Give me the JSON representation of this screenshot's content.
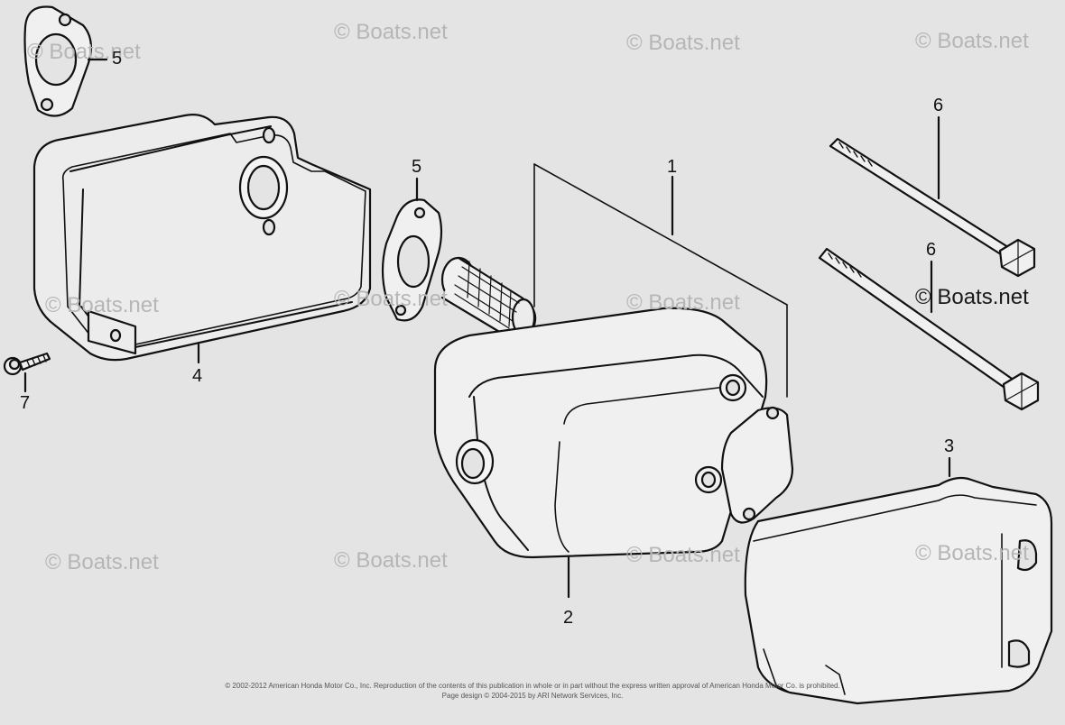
{
  "watermark": "© Boats.net",
  "callouts": {
    "c1": "1",
    "c2": "2",
    "c3": "3",
    "c4": "4",
    "c5a": "5",
    "c5b": "5",
    "c6a": "6",
    "c6b": "6",
    "c7": "7"
  },
  "footer": {
    "line1": "© 2002-2012 American Honda Motor Co., Inc. Reproduction of the contents of this publication in whole or in part without the express written approval of American Honda Motor Co. is prohibited.",
    "line2": "Page design © 2004-2015 by ARI Network Services, Inc."
  }
}
